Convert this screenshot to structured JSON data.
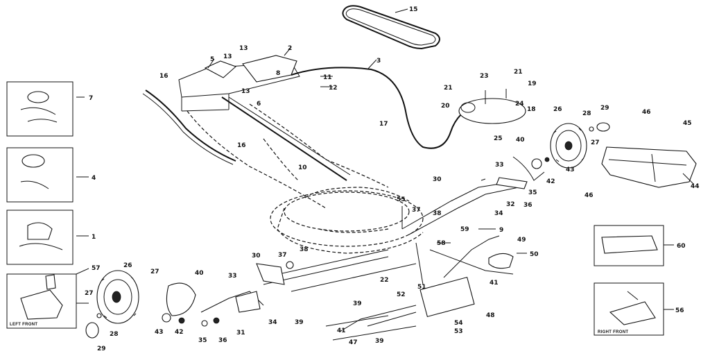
{
  "callouts": [
    "15",
    "2",
    "3",
    "5",
    "13",
    "13",
    "8",
    "13",
    "11",
    "12",
    "16",
    "6",
    "7",
    "16",
    "4",
    "10",
    "17",
    "23",
    "21",
    "21",
    "19",
    "20",
    "24",
    "18",
    "26",
    "28",
    "29",
    "46",
    "45",
    "25",
    "27",
    "40",
    "33",
    "30",
    "55",
    "37",
    "38",
    "35",
    "32",
    "34",
    "36",
    "42",
    "43",
    "44",
    "46",
    "1",
    "57",
    "59",
    "9",
    "58",
    "49",
    "50",
    "30",
    "37",
    "38",
    "26",
    "27",
    "27",
    "40",
    "33",
    "22",
    "41",
    "39",
    "52",
    "51",
    "48",
    "39",
    "34",
    "43",
    "42",
    "35",
    "36",
    "31",
    "28",
    "29",
    "47",
    "41",
    "39",
    "54",
    "53",
    "60",
    "56"
  ],
  "insets": {
    "left_front_caption": "LEFT FRONT",
    "right_front_caption": "RIGHT FRONT"
  }
}
